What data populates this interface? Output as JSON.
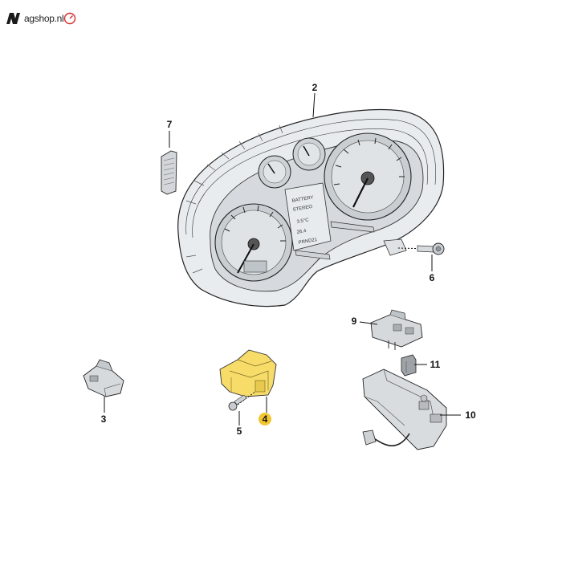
{
  "brand": {
    "text": "agshop.nl"
  },
  "labels": {
    "p2": "2",
    "p3": "3",
    "p4": "4",
    "p5": "5",
    "p6": "6",
    "p7": "7",
    "p9": "9",
    "p10": "10",
    "p11": "11"
  },
  "gauge_text": {
    "l1": "BATTERY",
    "l2": "STEREO",
    "l3": "3.5°C",
    "l4": "26.4",
    "l5": "PRND21"
  },
  "colors": {
    "highlight": "#f2c631",
    "part_highlight": "#f7dc6a",
    "logo_red": "#d62b2b"
  }
}
